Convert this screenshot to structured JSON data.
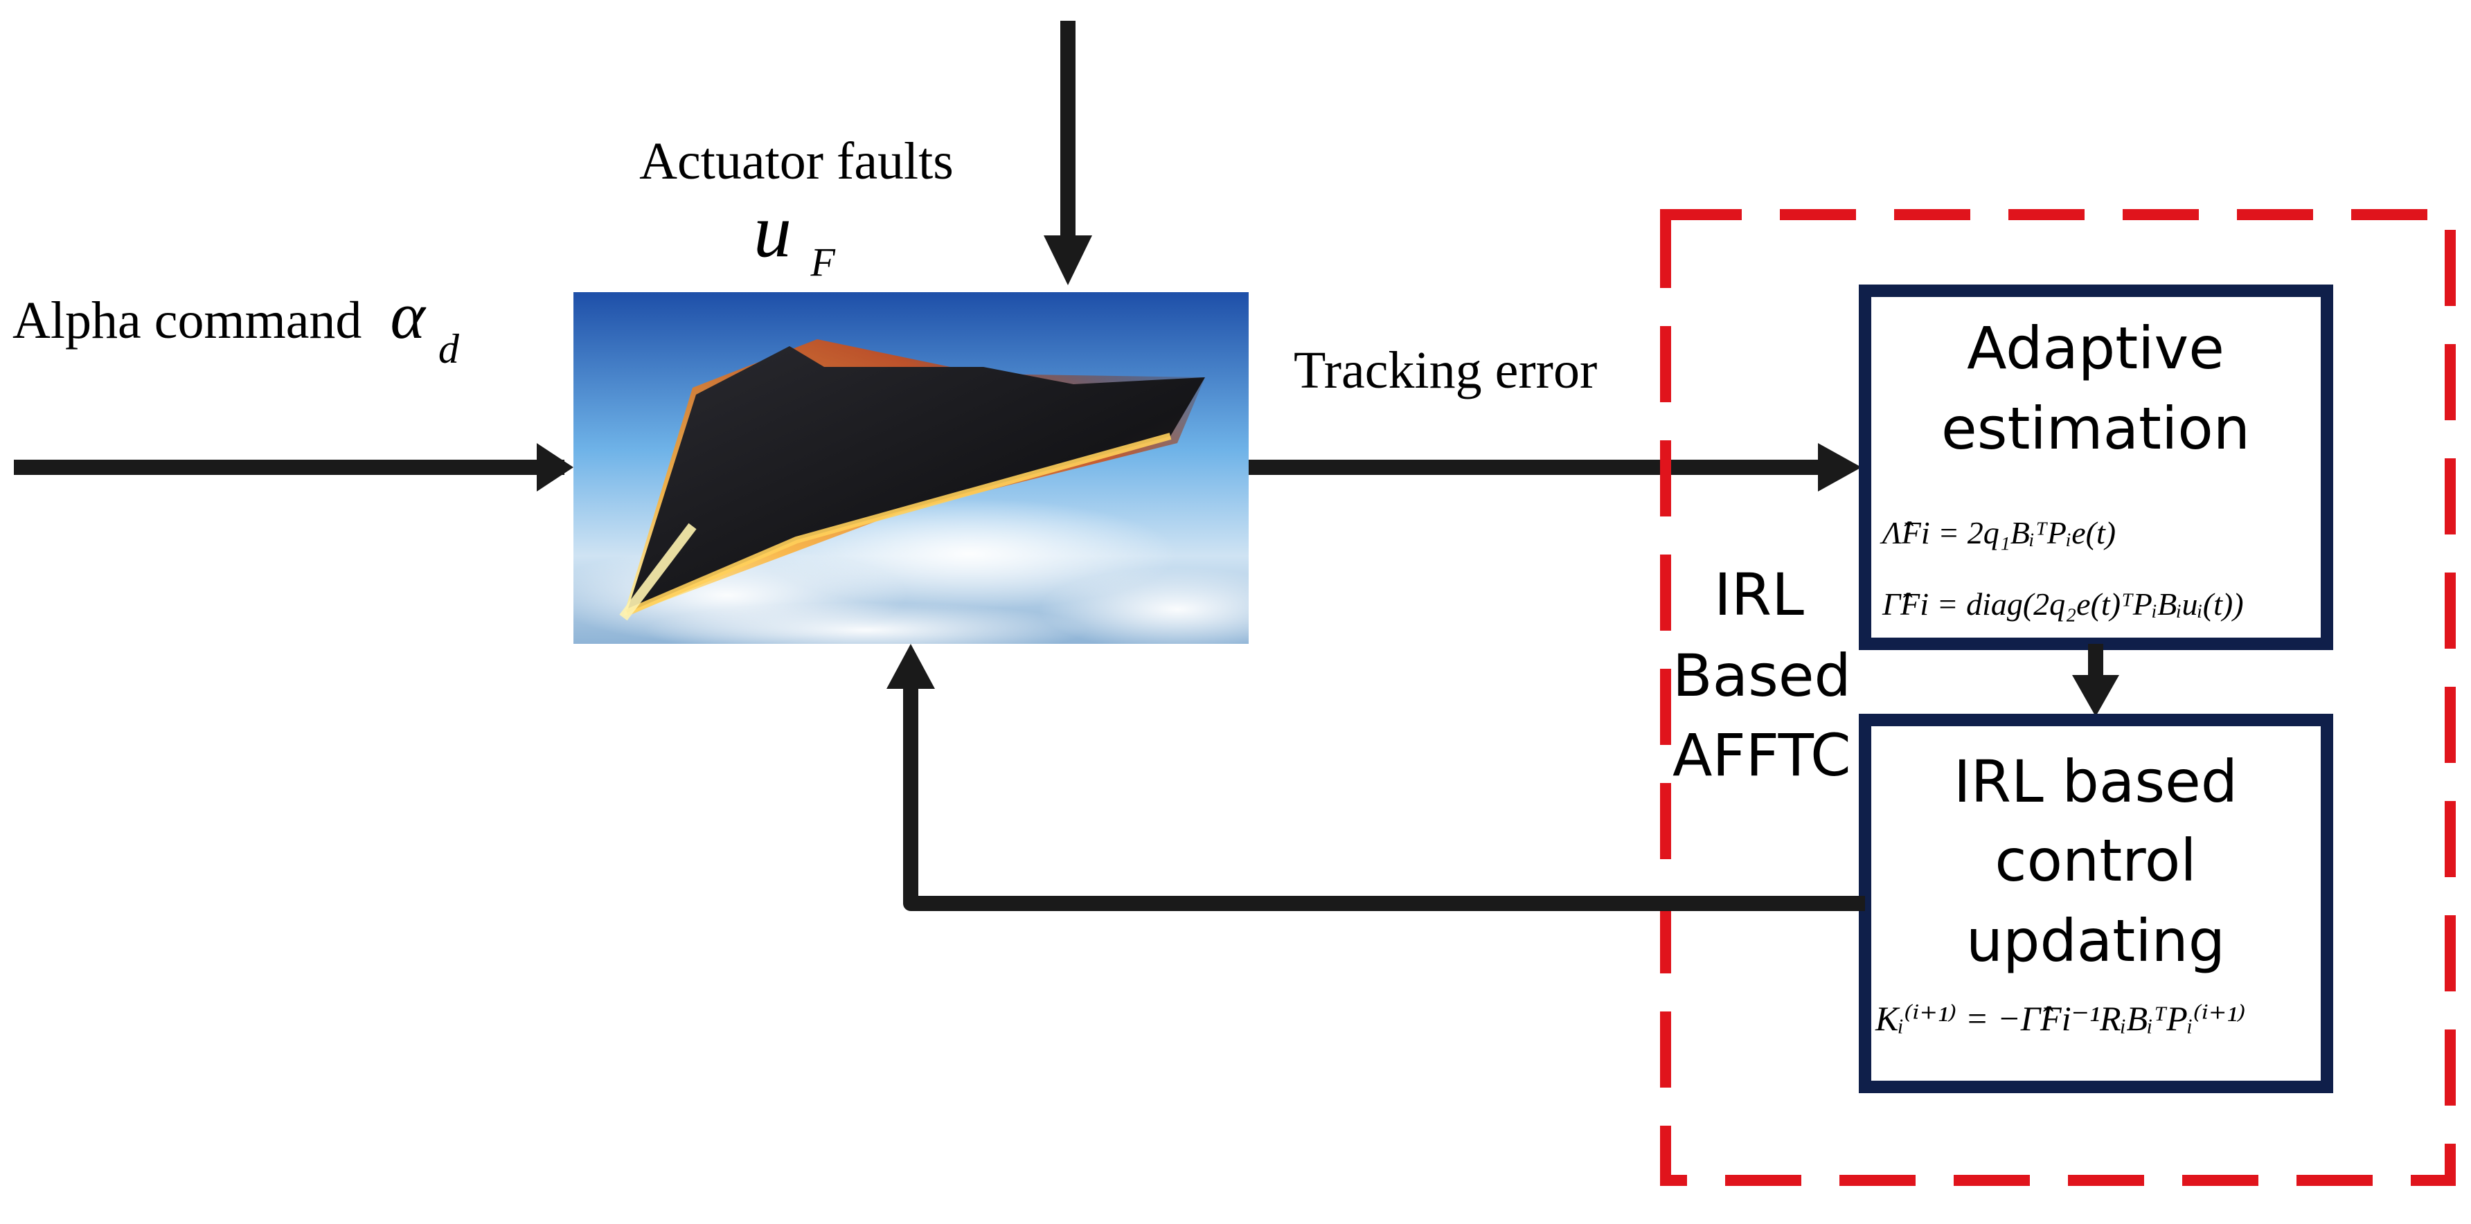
{
  "labels": {
    "alpha_command": "Alpha command",
    "alpha_symbol": "α",
    "alpha_subscript": "d",
    "actuator_faults": "Actuator faults",
    "fault_symbol": "u",
    "fault_subscript": "F",
    "tracking_error": "Tracking error",
    "irl_line1": "IRL",
    "irl_line2": "Based",
    "irl_line3": "AFFTC"
  },
  "blocks": {
    "adaptive": {
      "title_line1": "Adaptive",
      "title_line2": "estimation",
      "eq1": "Λ̂̇Fi = 2q₁BᵢᵀPᵢe(t)",
      "eq2": "Γ̂̇Fi = diag(2q₂e(t)ᵀPᵢBᵢuᵢ(t))"
    },
    "irl_control": {
      "title_line1": "IRL based",
      "title_line2": "control",
      "title_line3": "updating",
      "eq": "Kᵢ⁽ⁱ⁺¹⁾ = −Γ̂Fi⁻¹RᵢBᵢᵀPᵢ⁽ⁱ⁺¹⁾"
    }
  },
  "colors": {
    "arrow": "#1a1a1a",
    "block_border": "#0f1f4a",
    "dashed_border": "#e0141c",
    "sky_top": "#1e4fa8",
    "sky_mid": "#6fb3e8",
    "sky_bottom": "#e8f2fa",
    "vehicle": "#1c1c22",
    "glow": "#ff8a1e"
  }
}
